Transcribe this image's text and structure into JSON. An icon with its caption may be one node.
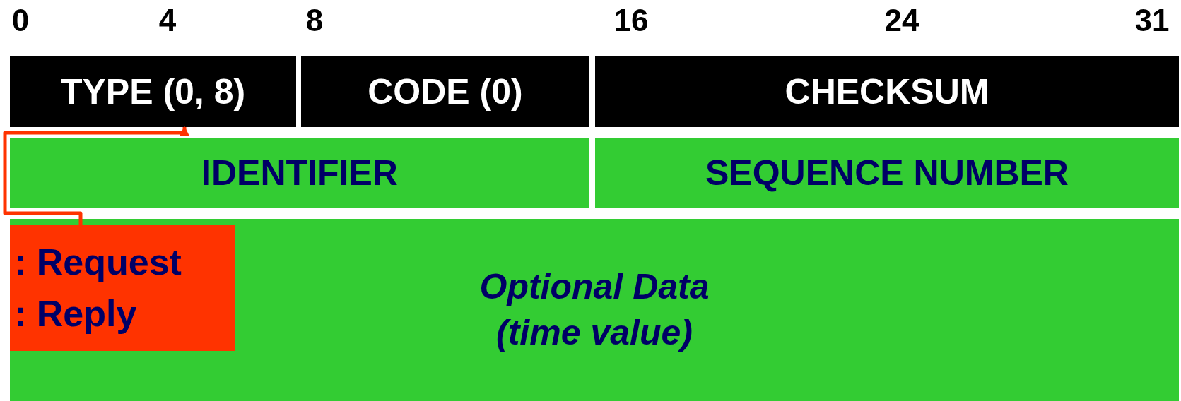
{
  "diagram": {
    "nodes": [
      {
        "text": [
          "TYPE (0, 8)"
        ]
      },
      {
        "text": [
          "CODE (0)"
        ]
      },
      {
        "text": [
          "CHECKSUM"
        ]
      },
      {
        "text": [
          "IDENTIFIER"
        ]
      },
      {
        "text": [
          "SEQUENCE NUMBER"
        ]
      },
      {
        "text": [
          "Optional Data (time value)"
        ]
      },
      {
        "text": [
          ": Request",
          ": Reply"
        ],
        "in": 5
      }
    ],
    "edges": [
      {
        "from": 6,
        "to": 0,
        "arrow": "to",
        "color": "#ff3300"
      }
    ],
    "labels": [
      "0",
      "4",
      "8",
      "16",
      "24",
      "31"
    ]
  }
}
